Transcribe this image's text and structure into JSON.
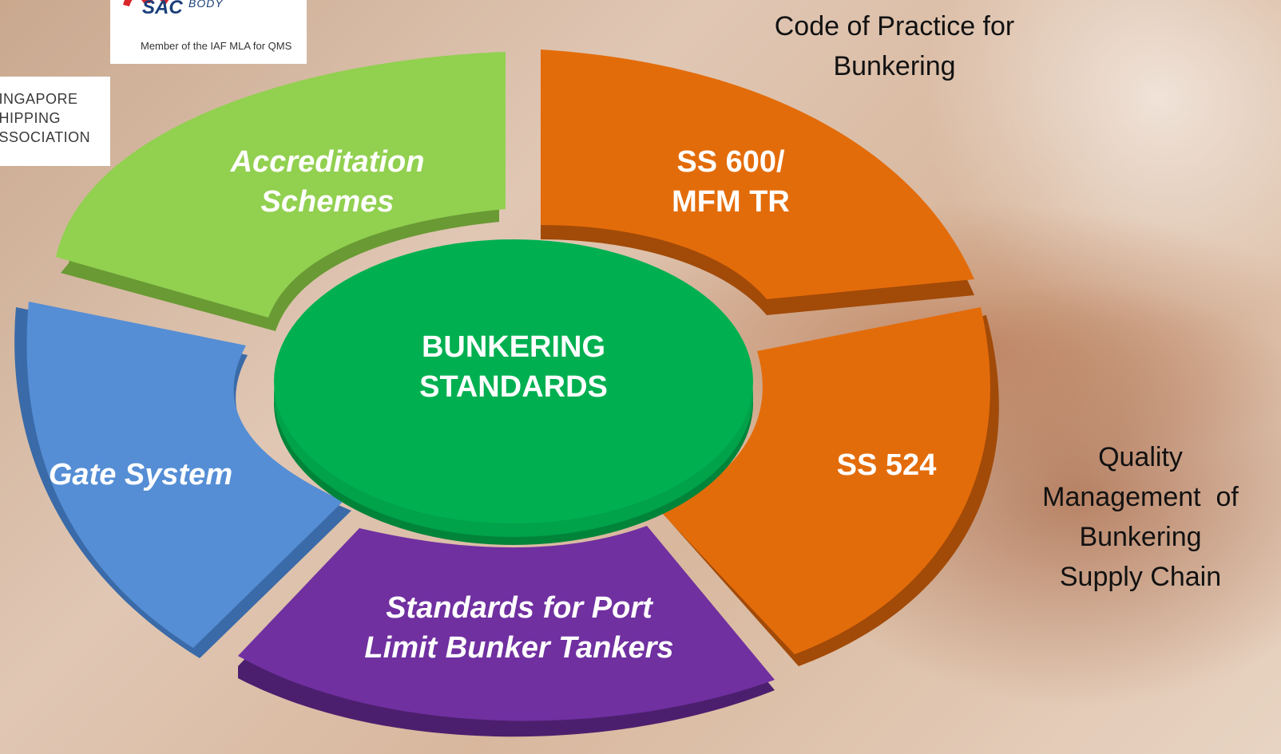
{
  "logos": {
    "sac": {
      "brand": "SAC",
      "body": "BODY",
      "member_text": "Member of the IAF MLA for QMS"
    },
    "ssa": {
      "lines": [
        "SINGAPORE",
        "SHIPPING",
        "ASSOCIATION"
      ]
    }
  },
  "diagram": {
    "center": {
      "line1": "BUNKERING",
      "line2": "STANDARDS",
      "color": "#00b050"
    },
    "segments": {
      "accreditation": {
        "line1": "Accreditation",
        "line2": "Schemes",
        "color": "#92d050"
      },
      "ss600": {
        "line1": "SS 600/",
        "line2": "MFM TR",
        "color": "#e36c0a"
      },
      "ss524": {
        "line1": "SS 524",
        "color": "#e36c0a"
      },
      "port_limit": {
        "line1": "Standards for Port",
        "line2": "Limit Bunker Tankers",
        "color": "#7030a0"
      },
      "gate": {
        "line1": "Gate System",
        "color": "#558ed5"
      }
    },
    "side_labels": {
      "code_of_practice": {
        "line1": "Code of Practice for",
        "line2": "Bunkering"
      },
      "quality": {
        "line1": "Quality",
        "line2": "Management  of",
        "line3": "Bunkering",
        "line4": "Supply Chain"
      }
    }
  }
}
